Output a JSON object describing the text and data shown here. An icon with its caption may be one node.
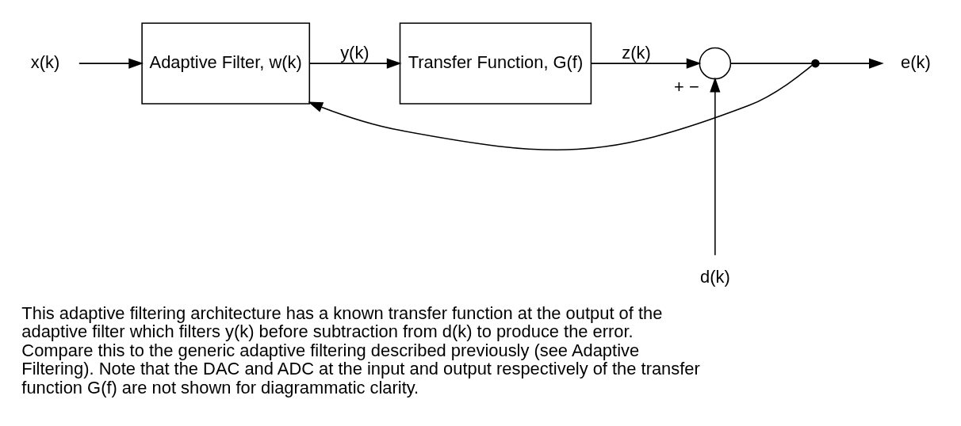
{
  "diagram": {
    "caption": "This adaptive filtering architecture has a known transfer function at the output of the adaptive filter which filters y(k) before subtraction from d(k) to produce the error. Compare this to the generic adaptive filtering described previously (see Adaptive Filtering). Note that the DAC and ADC at the input and output respectively of the transfer function G(f) are not shown for diagrammatic clarity.",
    "nodes": [
      {
        "text": [
          "x(k)"
        ]
      },
      {
        "text": [
          "Adaptive Filter, w(k)"
        ]
      },
      {
        "text": [
          "Transfer Function, G(f)"
        ]
      },
      {
        "text": [],
        "shape": "circle",
        "beside": [
          "+",
          "−"
        ]
      },
      {
        "text": [
          "d(k)"
        ]
      },
      {
        "text": [
          "e(k)"
        ]
      },
      {
        "text": [],
        "shape": "dot"
      }
    ],
    "edges": [
      {
        "from": 0,
        "to": 1,
        "arrow": "to"
      },
      {
        "from": 1,
        "to": 2,
        "arrow": "to",
        "label": "y(k)"
      },
      {
        "from": 2,
        "to": 3,
        "arrow": "to",
        "label": "z(k)"
      },
      {
        "from": 4,
        "to": 3,
        "arrow": "to"
      },
      {
        "from": 3,
        "to": 6,
        "arrow": "none"
      },
      {
        "from": 6,
        "to": 5,
        "arrow": "to"
      },
      {
        "from": 6,
        "to": 1,
        "arrow": "to"
      }
    ]
  }
}
